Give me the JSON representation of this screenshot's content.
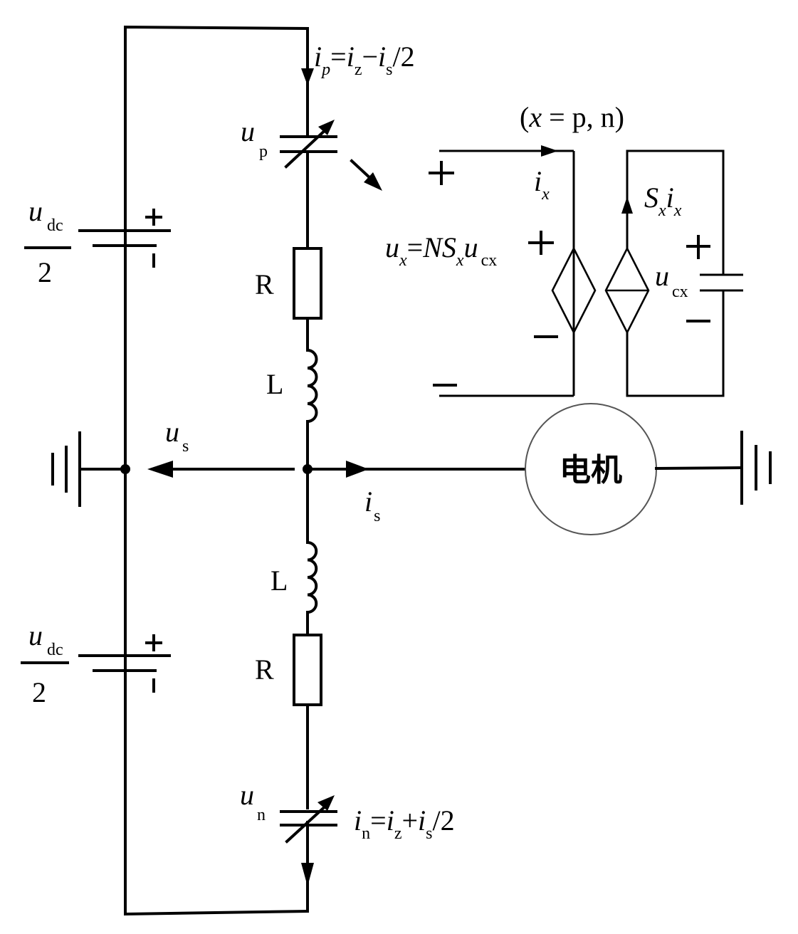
{
  "diagram": {
    "type": "circuit-schematic",
    "title": "Half-bridge modular multilevel converter leg equivalent circuit"
  },
  "labels": {
    "ip_eq": {
      "i": "i",
      "p": "p",
      "eq": "=",
      "iz": "i",
      "z": "z",
      "minus": "−",
      "is": "i",
      "s": "s",
      "tail": "/2"
    },
    "in_eq": {
      "i": "i",
      "n": "n",
      "eq": "=",
      "iz": "i",
      "z": "z",
      "plus": "+",
      "is": "i",
      "s": "s",
      "tail": "/2"
    },
    "up": {
      "u": "u",
      "sub": "p"
    },
    "un": {
      "u": "u",
      "sub": "n"
    },
    "udc_top": {
      "u": "u",
      "sub": "dc",
      "den": "2"
    },
    "udc_bot": {
      "u": "u",
      "sub": "dc",
      "den": "2"
    },
    "R_top": "R",
    "L_top": "L",
    "L_bot": "L",
    "R_bot": "R",
    "us": {
      "u": "u",
      "sub": "s"
    },
    "is": {
      "i": "i",
      "sub": "s"
    },
    "motor": "电机",
    "x_def": {
      "open": "(",
      "x": "x",
      "rest": " = p, n)"
    },
    "ix": {
      "i": "i",
      "sub": "x"
    },
    "sx_ix": {
      "S": "S",
      "sub1": "x",
      "i": "i",
      "sub2": "x"
    },
    "ux_eq": {
      "u": "u",
      "sub": "x",
      "eq": "=",
      "NS": "NS",
      "sub2": "x",
      "u2": "u",
      "sub3": "cx"
    },
    "ucx": {
      "u": "u",
      "sub": "cx"
    },
    "signs": {
      "plus": "+",
      "minus": "−",
      "plus_small": "+",
      "minus_small": "ı"
    }
  },
  "colors": {
    "line": "#000000",
    "motor_outline": "#555555",
    "background": "#ffffff"
  }
}
